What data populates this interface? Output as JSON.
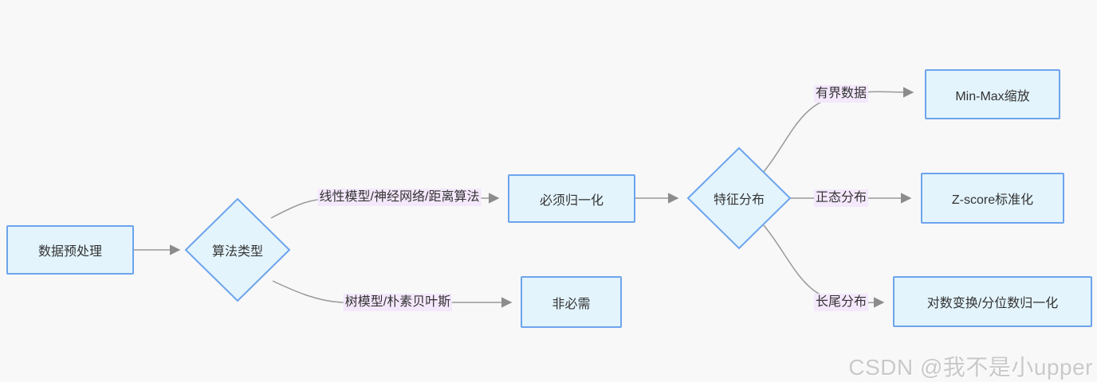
{
  "colors": {
    "background": "#f8f8f9",
    "node_fill": "#e3f4fd",
    "node_border": "#6da4ec",
    "edge_line": "#999999",
    "arrowhead": "#8c8c8c",
    "edge_label_bg": "#f4e8fc",
    "text": "#333333",
    "watermark": "#c9c9c9"
  },
  "flowchart": {
    "nodes": [
      {
        "id": "start",
        "type": "rect",
        "label": "数据预处理"
      },
      {
        "id": "algo",
        "type": "diamond",
        "label": "算法类型"
      },
      {
        "id": "must",
        "type": "rect",
        "label": "必须归一化"
      },
      {
        "id": "notneed",
        "type": "rect",
        "label": "非必需"
      },
      {
        "id": "dist",
        "type": "diamond",
        "label": "特征分布"
      },
      {
        "id": "minmax",
        "type": "rect",
        "label": "Min-Max缩放"
      },
      {
        "id": "zscore",
        "type": "rect",
        "label": "Z-score标准化"
      },
      {
        "id": "logq",
        "type": "rect",
        "label": "对数变换/分位数归一化"
      }
    ],
    "edges": [
      {
        "from": "start",
        "to": "algo",
        "label": ""
      },
      {
        "from": "algo",
        "to": "must",
        "label": "线性模型/神经网络/距离算法"
      },
      {
        "from": "algo",
        "to": "notneed",
        "label": "树模型/朴素贝叶斯"
      },
      {
        "from": "must",
        "to": "dist",
        "label": ""
      },
      {
        "from": "dist",
        "to": "minmax",
        "label": "有界数据"
      },
      {
        "from": "dist",
        "to": "zscore",
        "label": "正态分布"
      },
      {
        "from": "dist",
        "to": "logq",
        "label": "长尾分布"
      }
    ]
  },
  "watermark": {
    "text": "CSDN @我不是小upper"
  }
}
